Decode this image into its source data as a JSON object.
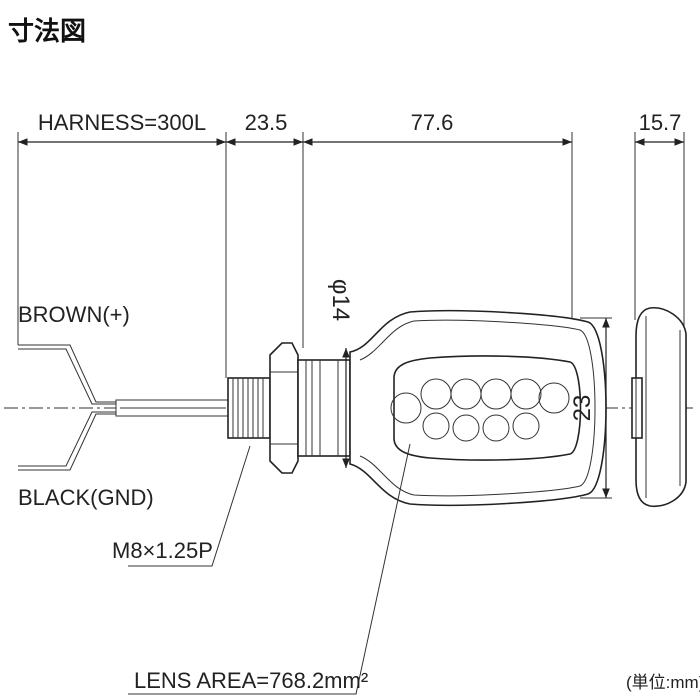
{
  "title": "寸法図",
  "dimensions": {
    "harness": "HARNESS=300L",
    "base_length": "23.5",
    "body_length": "77.6",
    "width": "15.7",
    "diameter": "φ14",
    "height": "23"
  },
  "wires": {
    "brown": "BROWN(+)",
    "black": "BLACK(GND)"
  },
  "callouts": {
    "thread": "M8×1.25P",
    "lens_area": "LENS AREA=768.2mm²"
  },
  "unit_note": "(単位:mm)"
}
